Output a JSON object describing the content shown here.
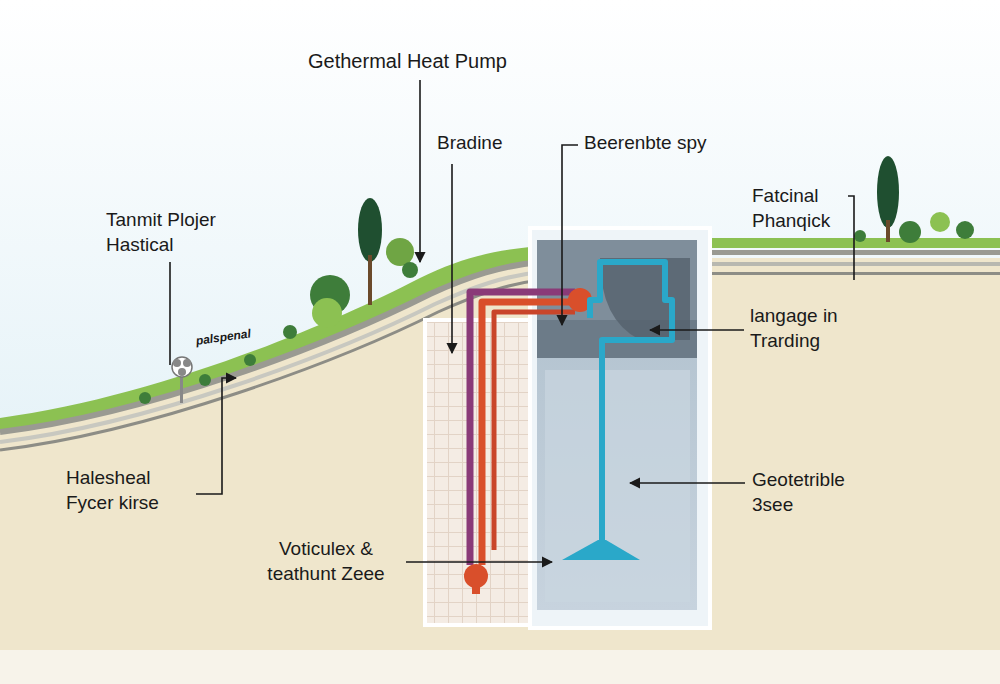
{
  "diagram": {
    "title": "Gethermal Heat Pump",
    "labels": [
      "Tanmit Plojer Hastical",
      "palspenal",
      "Bradine",
      "Beerenbte spy",
      "Fatcinal Phanqick",
      "langage in Trarding",
      "Halesheal Fycer kirse",
      "Voticulex & teathunt Zeee",
      "Geotetrible 3see"
    ]
  }
}
